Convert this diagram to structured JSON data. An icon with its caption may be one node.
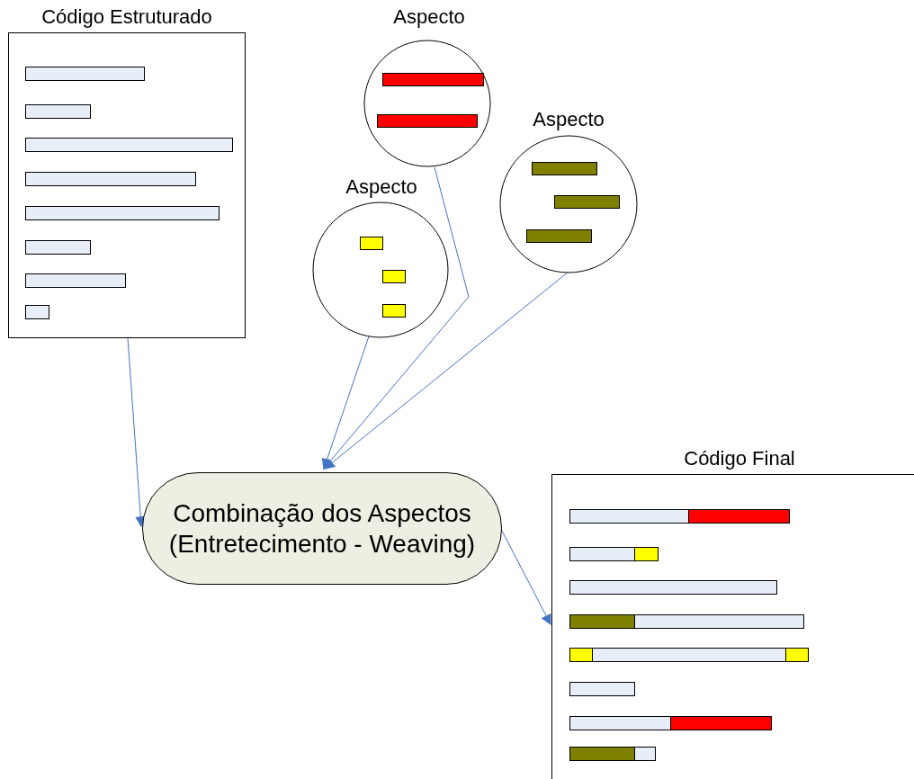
{
  "diagram": {
    "nodes": [
      {
        "text": [
          "Código Estruturado"
        ]
      },
      {
        "text": [
          "Aspecto"
        ]
      },
      {
        "text": [
          "Aspecto"
        ]
      },
      {
        "text": [
          "Aspecto"
        ]
      },
      {
        "text": [
          "Combinação dos Aspectos (Entretecimento - Weaving)"
        ]
      },
      {
        "text": [
          "Código Final"
        ]
      }
    ],
    "edges": [
      {
        "from": 0,
        "to": 4,
        "arrow": "to"
      },
      {
        "from": 1,
        "to": 4,
        "arrow": "to"
      },
      {
        "from": 3,
        "to": 4,
        "arrow": "to"
      },
      {
        "from": 2,
        "to": 4,
        "arrow": "to"
      },
      {
        "from": 4,
        "to": 5,
        "arrow": "to"
      }
    ]
  }
}
